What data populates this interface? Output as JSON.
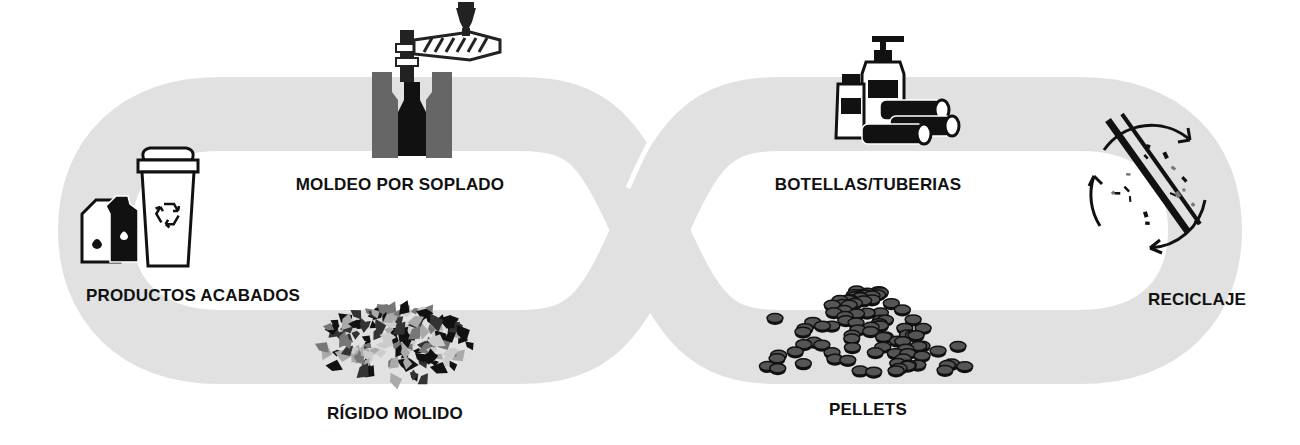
{
  "diagram": {
    "labels": [
      "MOLDEO POR SOPLADO",
      "BOTELLAS/TUBERIAS",
      "PRODUCTOS ACABADOS",
      "RÍGIDO MOLIDO",
      "PELLETS",
      "RECICLAJE"
    ]
  }
}
